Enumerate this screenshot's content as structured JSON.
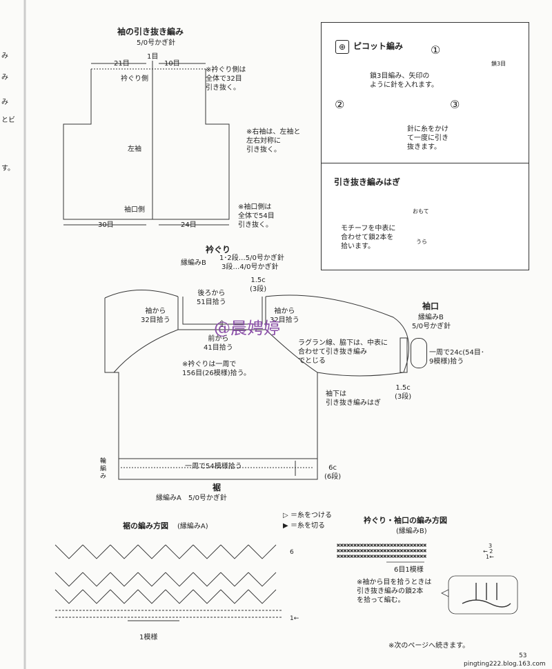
{
  "left_edge": [
    "み",
    "み",
    "み",
    "とビ",
    "す。"
  ],
  "sleeve": {
    "title": "袖の引き抜き編み",
    "hook": "5/0号かぎ針",
    "top_left": "21目",
    "top_mid": "1目",
    "top_right": "10目",
    "armhole": "衿ぐり側",
    "center": "左袖",
    "cuff": "袖口側",
    "bottom_left": "30目",
    "bottom_right": "24目",
    "note1": "※衿ぐり側は\n全体で32目\n引き抜く。",
    "note2": "※右袖は、左袖と\n左右対称に\n引き抜く。",
    "note3": "※袖口側は\n全体で54目\n引き抜く。"
  },
  "picot": {
    "title": "ピコット編み",
    "step1": "①",
    "step2": "②",
    "step3": "③",
    "chain3": "鎖3目",
    "desc1": "鎖3目編み、矢印の\nように針を入れます。",
    "desc3": "針に糸をかけ\nて一度に引き\n抜きます。"
  },
  "slip_join": {
    "title": "引き抜き編みはぎ",
    "front": "おもて",
    "back": "うら",
    "desc": "モチーフを中表に\n合わせて鎖2本を\n拾います。"
  },
  "neck": {
    "title": "衿ぐり",
    "pattern": "縁編みB",
    "rows12": "1･2段…5/0号かぎ針",
    "row3": "3段…4/0号かぎ針",
    "depth": "1.5c\n(3段)",
    "from_back": "後ろから\n51目拾う",
    "from_sleeve_l": "袖から\n32目拾う",
    "from_sleeve_r": "袖から\n32目拾う",
    "from_front": "前から\n41目拾う",
    "total": "※衿ぐりは一周で\n156目(26模様)拾う。",
    "watermark": "@晨娉婷"
  },
  "raglan": {
    "note": "ラグラン線、脇下は、中表に\n合わせて引き抜き編み\nでとじる",
    "underarm": "袖下は\n引き抜き編みはぎ"
  },
  "cuff": {
    "title": "袖口",
    "pattern": "縁編みB",
    "hook": "5/0号かぎ針",
    "pickup": "一周で24c(54目･\n9模様)拾う",
    "depth": "1.5c\n(3段)"
  },
  "hem": {
    "band": "一周で54模様拾う",
    "side_label": "輪\n編\nみ",
    "depth": "6c\n(6段)",
    "title": "裾",
    "pattern": "縁編みA　5/0号かぎ針"
  },
  "chart_a": {
    "title": "裾の編み方図",
    "subtitle": "(縁編みA)",
    "row_top": "6",
    "row_bottom": "1←",
    "repeat": "1模様"
  },
  "legend": {
    "attach": "＝糸をつける",
    "cut": "＝糸を切る"
  },
  "chart_b": {
    "title": "衿ぐり・袖口の編み方図",
    "subtitle": "(縁編みB)",
    "row3": "3",
    "row2": "← 2",
    "row1": "1←",
    "repeat": "6目1模様",
    "note": "※袖から目を拾うときは\n引き抜き編みの鎖2本\nを拾って編む。"
  },
  "continued": "※次のページへ続きます。",
  "page_number": "53",
  "url": "pingting222.blog.163.com"
}
